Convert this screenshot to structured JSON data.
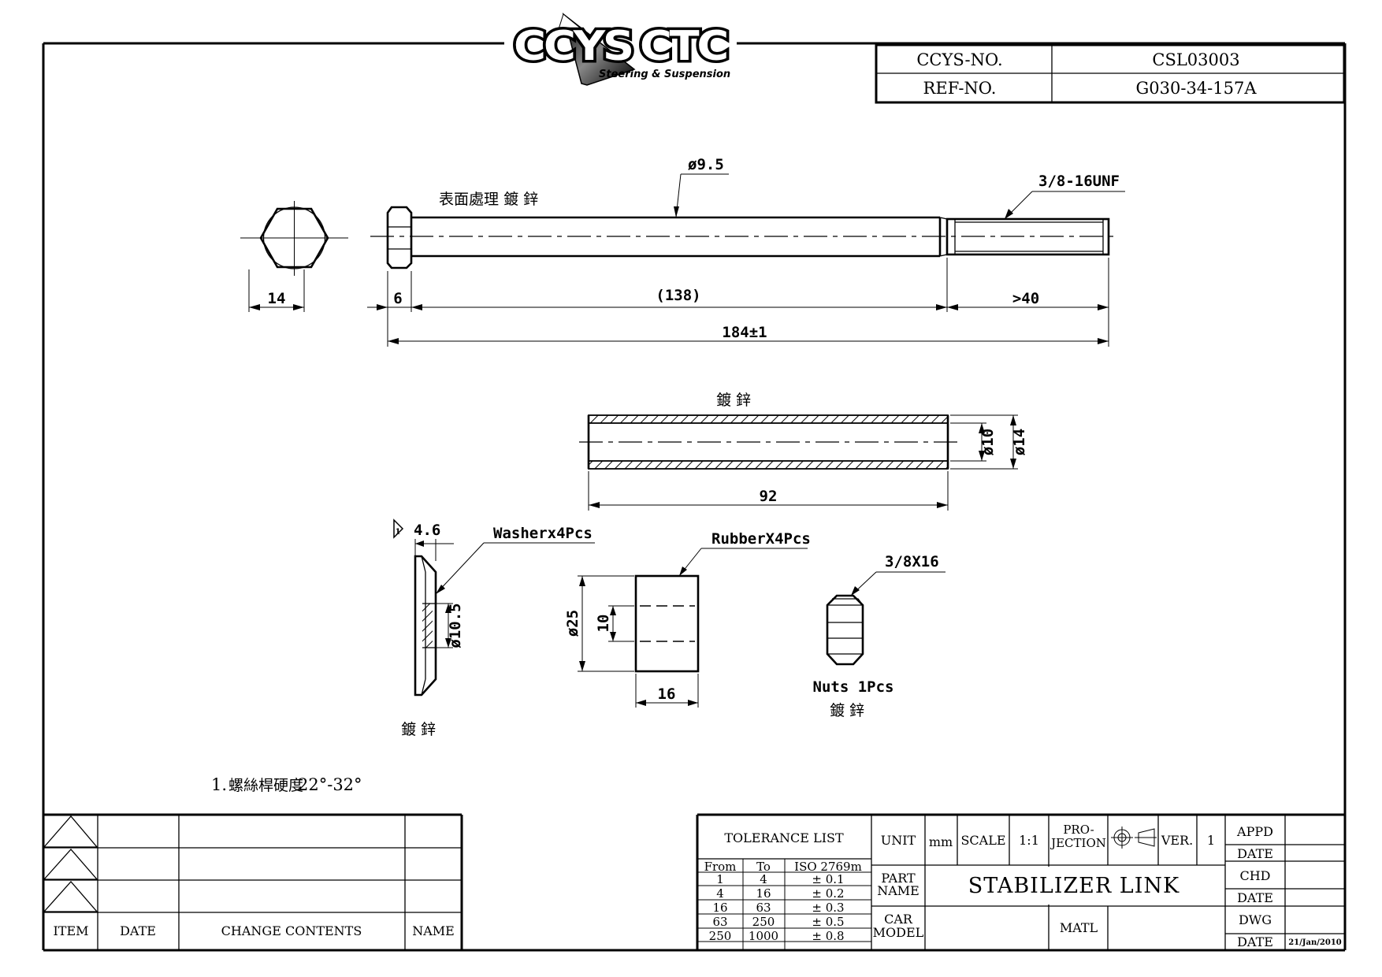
{
  "title_block_top": {
    "ccys_no_label": "CCYS-NO.",
    "ccys_no_value": "CSL03003",
    "ref_no_label": "REF-NO.",
    "ref_no_value": "G030-34-157A"
  },
  "logo": {
    "left": "CCYS",
    "right": "CTC",
    "tagline": "Steering & Suspension"
  },
  "bolt": {
    "diameter": "ø9.5",
    "thread": "3/8-16UNF",
    "surface_note": "表面處理  鍍 鋅",
    "dim_hex_width": "14",
    "dim_head": "6",
    "dim_shank": "(138)",
    "dim_thread": ">40",
    "dim_total": "184±1"
  },
  "sleeve": {
    "finish": "鍍 鋅",
    "inner_dia": "ø10",
    "outer_dia": "ø14",
    "length": "92"
  },
  "washer": {
    "thickness": "4.6",
    "label": "Washerx4Pcs",
    "inner_dia": "ø10.5",
    "finish": "鍍 鋅",
    "revision_mark": "1"
  },
  "rubber": {
    "label": "RubberX4Pcs",
    "outer_dia": "ø25",
    "inner_dia": "10",
    "width": "16"
  },
  "nut": {
    "spec": "3/8X16",
    "label": "Nuts 1Pcs",
    "finish": "鍍 鋅"
  },
  "note": {
    "number": "1.",
    "cjk": "螺絲桿硬度",
    "value": "22°-32°"
  },
  "revision_table": {
    "headers": [
      "ITEM",
      "DATE",
      "CHANGE  CONTENTS",
      "NAME"
    ]
  },
  "title_block": {
    "tolerance_title": "TOLERANCE  LIST",
    "tol_headers": [
      "From",
      "To",
      "ISO  2769m"
    ],
    "tol_rows": [
      [
        "1",
        "4",
        "± 0.1"
      ],
      [
        "4",
        "16",
        "± 0.2"
      ],
      [
        "16",
        "63",
        "± 0.3"
      ],
      [
        "63",
        "250",
        "± 0.5"
      ],
      [
        "250",
        "1000",
        "± 0.8"
      ]
    ],
    "unit_label": "UNIT",
    "unit_value": "mm",
    "scale_label": "SCALE",
    "scale_value": "1:1",
    "projection_label_1": "PRO-",
    "projection_label_2": "JECTION",
    "ver_label": "VER.",
    "ver_value": "1",
    "part_name_label_1": "PART",
    "part_name_label_2": "NAME",
    "part_name": "STABILIZER  LINK",
    "car_model_label_1": "CAR",
    "car_model_label_2": "MODEL",
    "matl_label": "MATL",
    "appd_label": "APPD",
    "chd_label": "CHD",
    "dwg_label": "DWG",
    "date_label": "DATE",
    "dwg_date": "21/Jan/2010"
  }
}
